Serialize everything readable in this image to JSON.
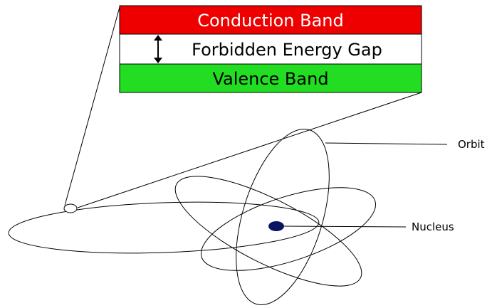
{
  "bands": {
    "conduction": {
      "label": "Conduction Band",
      "color": "#ee0000",
      "text_color": "#ffffff"
    },
    "gap": {
      "label": "Forbidden Energy Gap",
      "color": "#ffffff",
      "text_color": "#000000"
    },
    "valence": {
      "label": "Valence Band",
      "color": "#22dd22",
      "text_color": "#000000"
    }
  },
  "labels": {
    "orbit": "Orbit",
    "nucleus": "Nucleus"
  },
  "colors": {
    "nucleus": "#0a1460",
    "line": "#000000"
  }
}
